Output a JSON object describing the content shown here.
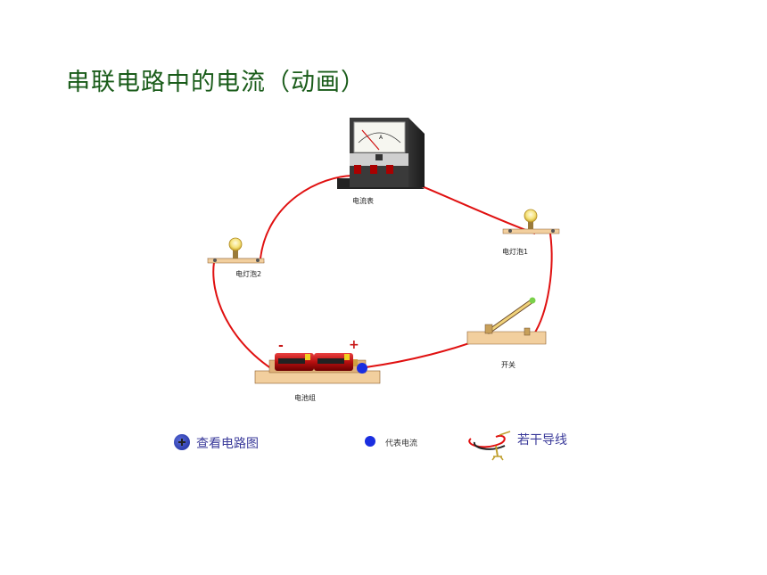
{
  "title": "串联电路中的电流（动画）",
  "labels": {
    "ammeter": "电流表",
    "lamp1": "电灯泡1",
    "lamp2": "电灯泡2",
    "switch": "开关",
    "battery": "电池组",
    "minus": "-",
    "plus": "+",
    "ammeter_unit": "A"
  },
  "legend": {
    "view_circuit": "查看电路图",
    "current_dot": "代表电流",
    "wires": "若干导线"
  },
  "colors": {
    "title": "#1a5c1a",
    "wire": "#e01010",
    "board": "#f2cf9e",
    "battery": "#c81818",
    "current_dot": "#1a2ee0",
    "legend_text": "#3a3a9a"
  },
  "icons": {
    "view_button": "plus-circle-icon",
    "current": "blue-dot-icon",
    "wires": "wire-bundle-icon"
  }
}
